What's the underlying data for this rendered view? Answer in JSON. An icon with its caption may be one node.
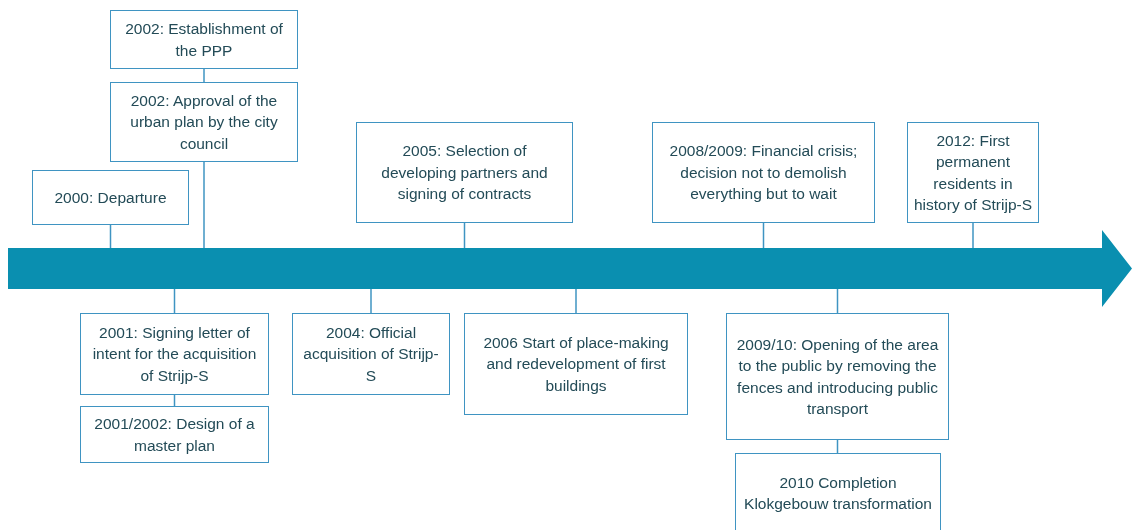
{
  "diagram": {
    "nodes": [
      {
        "text": [
          "2002: Establishment of the PPP"
        ]
      },
      {
        "text": [
          "2002: Approval of the urban plan by the city council"
        ]
      },
      {
        "text": [
          "2000: Departure"
        ]
      },
      {
        "text": [
          "2005: Selection of developing partners and signing of contracts"
        ]
      },
      {
        "text": [
          "2008/2009: Financial crisis; decision not to demolish everything but to wait"
        ]
      },
      {
        "text": [
          "2012: First permanent residents in history of Strijp-S"
        ]
      },
      {
        "text": [],
        "shape": "arrow"
      },
      {
        "text": [
          "2001: Signing letter of intent for the acquisition of Strijp-S"
        ]
      },
      {
        "text": [
          "2001/2002: Design of a master plan"
        ]
      },
      {
        "text": [
          "2004: Official acquisition of Strijp-S"
        ]
      },
      {
        "text": [
          "2006 Start of place-making and redevelopment of first buildings"
        ]
      },
      {
        "text": [
          "2009/10: Opening of the area to the public by removing the fences and introducing public transport"
        ]
      },
      {
        "text": [
          "2010 Completion Klokgebouw transformation"
        ]
      }
    ],
    "edges": [
      {
        "from": 0,
        "to": 1,
        "arrow": "none"
      },
      {
        "from": 1,
        "to": 6,
        "arrow": "none"
      },
      {
        "from": 2,
        "to": 6,
        "arrow": "none"
      },
      {
        "from": 3,
        "to": 6,
        "arrow": "none"
      },
      {
        "from": 4,
        "to": 6,
        "arrow": "none"
      },
      {
        "from": 5,
        "to": 6,
        "arrow": "none"
      },
      {
        "from": 6,
        "to": 7,
        "arrow": "none"
      },
      {
        "from": 7,
        "to": 8,
        "arrow": "none"
      },
      {
        "from": 6,
        "to": 9,
        "arrow": "none"
      },
      {
        "from": 6,
        "to": 10,
        "arrow": "none"
      },
      {
        "from": 6,
        "to": 11,
        "arrow": "none"
      },
      {
        "from": 11,
        "to": 12,
        "arrow": "none"
      }
    ]
  }
}
